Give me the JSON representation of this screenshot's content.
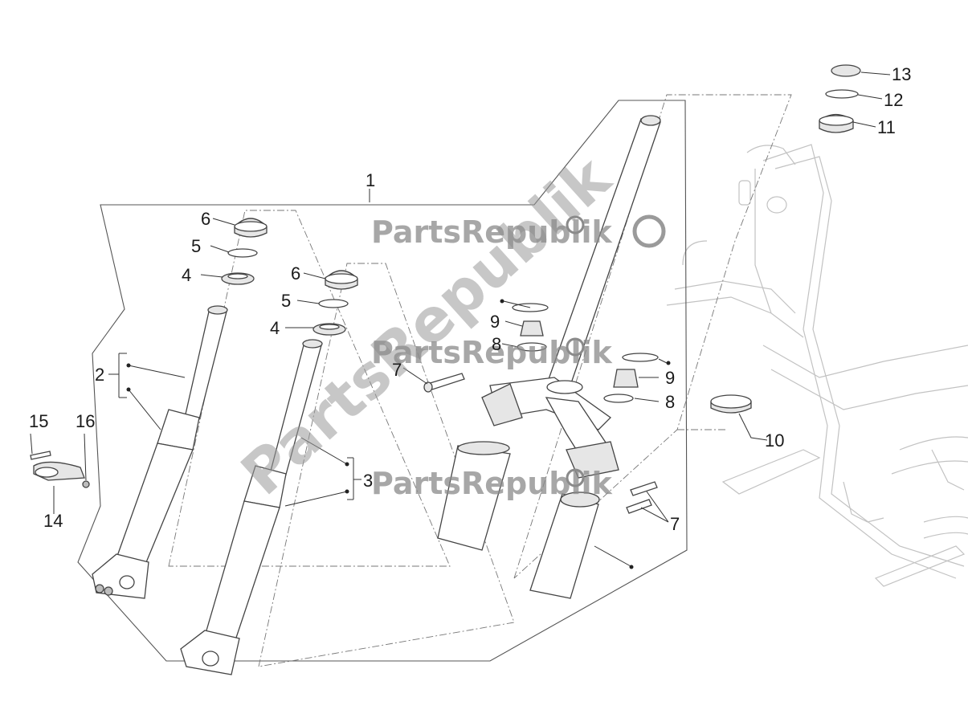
{
  "callouts": {
    "c1": "1",
    "c2": "2",
    "c3": "3",
    "c4a": "4",
    "c4b": "4",
    "c5a": "5",
    "c5b": "5",
    "c6a": "6",
    "c6b": "6",
    "c7a": "7",
    "c7b": "7",
    "c8a": "8",
    "c8b": "8",
    "c9a": "9",
    "c9b": "9",
    "c10": "10",
    "c11": "11",
    "c12": "12",
    "c13": "13",
    "c14": "14",
    "c15": "15",
    "c16": "16"
  },
  "watermark": {
    "text1": "PartsRepublik",
    "text2": "PartsRepublik",
    "text3": "PartsRepublik",
    "text4": "PartsRepublik",
    "icon": "gear-icon"
  },
  "colors": {
    "line": "#444444",
    "watermark": "#8a8a8a",
    "frame": "#c2c2c2"
  }
}
